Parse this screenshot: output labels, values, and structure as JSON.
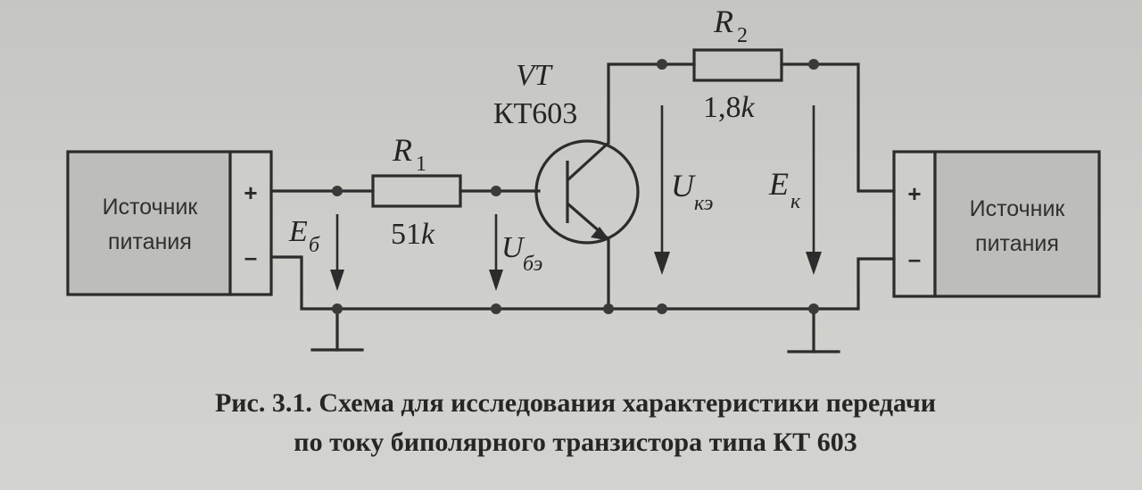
{
  "psu_left": {
    "line1": "Источник",
    "line2": "питания",
    "plus": "+",
    "minus": "–"
  },
  "psu_right": {
    "line1": "Источник",
    "line2": "питания",
    "plus": "+",
    "minus": "–"
  },
  "r1": {
    "symbol": "R",
    "index": "1",
    "value_num": "51",
    "value_unit": "k"
  },
  "r2": {
    "symbol": "R",
    "index": "2",
    "value_num": "1,8",
    "value_unit": "k"
  },
  "transistor": {
    "designator": "VT",
    "type": "КТ603"
  },
  "voltages": {
    "eb_symbol": "E",
    "eb_sub": "б",
    "ube_symbol": "U",
    "ube_sub": "бэ",
    "uke_symbol": "U",
    "uke_sub": "кэ",
    "ek_symbol": "E",
    "ek_sub": "к"
  },
  "caption": {
    "line1": "Рис. 3.1. Схема для исследования характеристики передачи",
    "line2": "по току биполярного транзистора типа КТ 603"
  }
}
